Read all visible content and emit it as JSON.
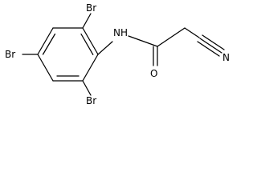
{
  "molecule": {
    "atoms": {
      "br_top": "Br",
      "br_left": "Br",
      "br_bottom": "Br",
      "nh": "NH",
      "o": "O",
      "n": "N"
    },
    "colors": {
      "bond": "#000000",
      "text": "#000000",
      "background": "#ffffff"
    }
  }
}
